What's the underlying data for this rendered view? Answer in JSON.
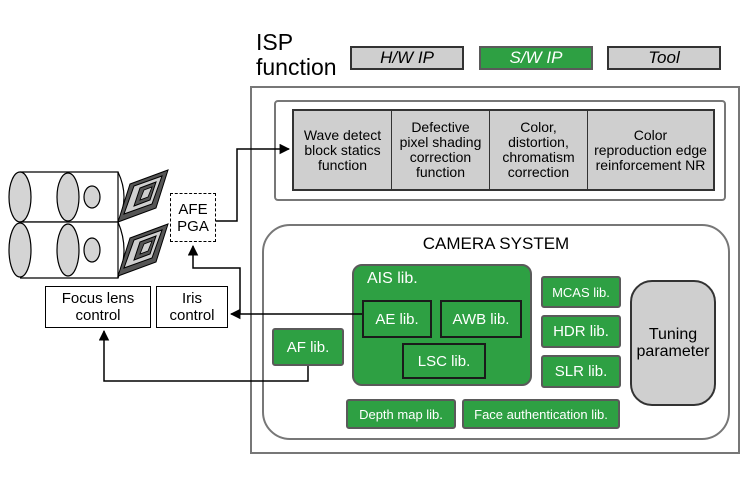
{
  "title": {
    "line1": "ISP",
    "line2": "function"
  },
  "legend": {
    "hw": "H/W IP",
    "sw": "S/W IP",
    "tool": "Tool"
  },
  "isp_blocks": [
    "Wave detect\nblock statics\nfunction",
    "Defective\npixel shading\ncorrection\nfunction",
    "Color,\ndistortion,\nchromatism\ncorrection",
    "Color\nreproduction edge\nreinforcement NR"
  ],
  "afe": {
    "line1": "AFE",
    "line2": "PGA"
  },
  "focus": {
    "line1": "Focus lens",
    "line2": "control"
  },
  "iris": {
    "line1": "Iris",
    "line2": "control"
  },
  "camera": {
    "title": "CAMERA SYSTEM",
    "ais": "AIS lib.",
    "ae": "AE lib.",
    "awb": "AWB lib.",
    "lsc": "LSC lib.",
    "af": "AF lib.",
    "mcas": "MCAS lib.",
    "hdr": "HDR lib.",
    "slr": "SLR lib.",
    "depth": "Depth map lib.",
    "face": "Face authentication lib.",
    "tuning": "Tuning\nparameter"
  }
}
